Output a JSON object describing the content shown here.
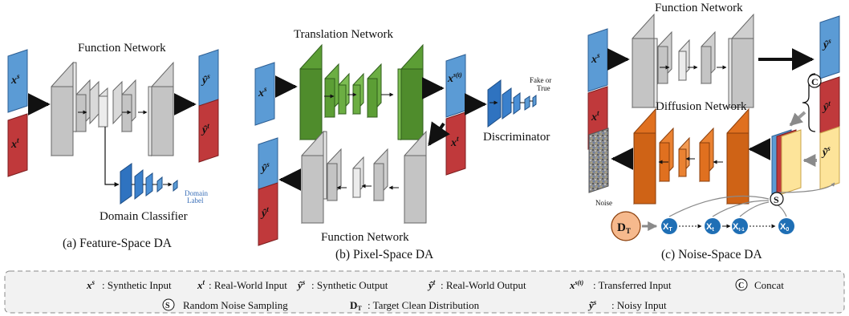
{
  "panel_a": {
    "title": "Function Network",
    "classifier": "Domain Classifier",
    "domain_label": [
      "Domain",
      "Label"
    ],
    "caption": "(a) Feature-Space DA",
    "input_s": "x",
    "input_s_sup": "s",
    "input_t": "x",
    "input_t_sup": "t",
    "out_s": "ŷ",
    "out_s_sup": "s",
    "out_t": "ŷ",
    "out_t_sup": "t"
  },
  "panel_b": {
    "title": "Translation Network",
    "function": "Function Network",
    "discriminator": "Discriminator",
    "fake_true": [
      "Fake or",
      "True"
    ],
    "caption": "(b) Pixel-Space DA",
    "input_s": "x",
    "input_s_sup": "s",
    "transferred": "x",
    "transferred_sup": "s(t)",
    "input_t": "x",
    "input_t_sup": "t",
    "out_s": "ŷ",
    "out_s_sup": "s",
    "out_t": "ŷ",
    "out_t_sup": "t"
  },
  "panel_c": {
    "title": "Function Network",
    "diffusion": "Diffusion Network",
    "noise": "Noise",
    "concat_symbol": "C",
    "sample_symbol": "S",
    "dist": "D",
    "dist_sub": "T",
    "nodes": [
      "X",
      "X",
      "X",
      "X"
    ],
    "node_subs": [
      "T",
      "t",
      "t-1",
      "0"
    ],
    "caption": "(c) Noise-Space DA",
    "input_s": "x",
    "input_s_sup": "s",
    "input_t": "x",
    "input_t_sup": "t",
    "out_s": "ŷ",
    "out_s_sup": "s",
    "out_t": "ŷ",
    "out_t_sup": "t",
    "noisy": "ỹ",
    "noisy_sup": "s"
  },
  "legend": {
    "synthetic_input": "Synthetic Input",
    "realworld_input": "Real-World Input",
    "synthetic_output": "Synthetic Output",
    "realworld_output": "Real-World Output",
    "transferred_input": "Transferred Input",
    "concat": "Concat",
    "random_noise": "Random Noise Sampling",
    "target_clean": "Target Clean Distribution",
    "noisy_input": "Noisy Input",
    "sym_xs": "x",
    "sup_s": "s",
    "sym_xt": "x",
    "sup_t": "t",
    "sym_ys": "ŷ",
    "sym_yt": "ŷ",
    "sym_xst": "x",
    "sup_st": "s(t)",
    "sym_c": "C",
    "sym_s": "S",
    "sym_d": "D",
    "sub_t": "T",
    "sym_noisy": "ỹ"
  },
  "colors": {
    "blue": "#5b9bd5",
    "red": "#c0393b",
    "gray": "#cfcfcf",
    "green": "#5c9e35",
    "orange": "#e0701f",
    "cls_blue": "#2f73c0",
    "yellow": "#fde49a",
    "node": "#1f6fb5",
    "dist": "#f6b98d"
  }
}
